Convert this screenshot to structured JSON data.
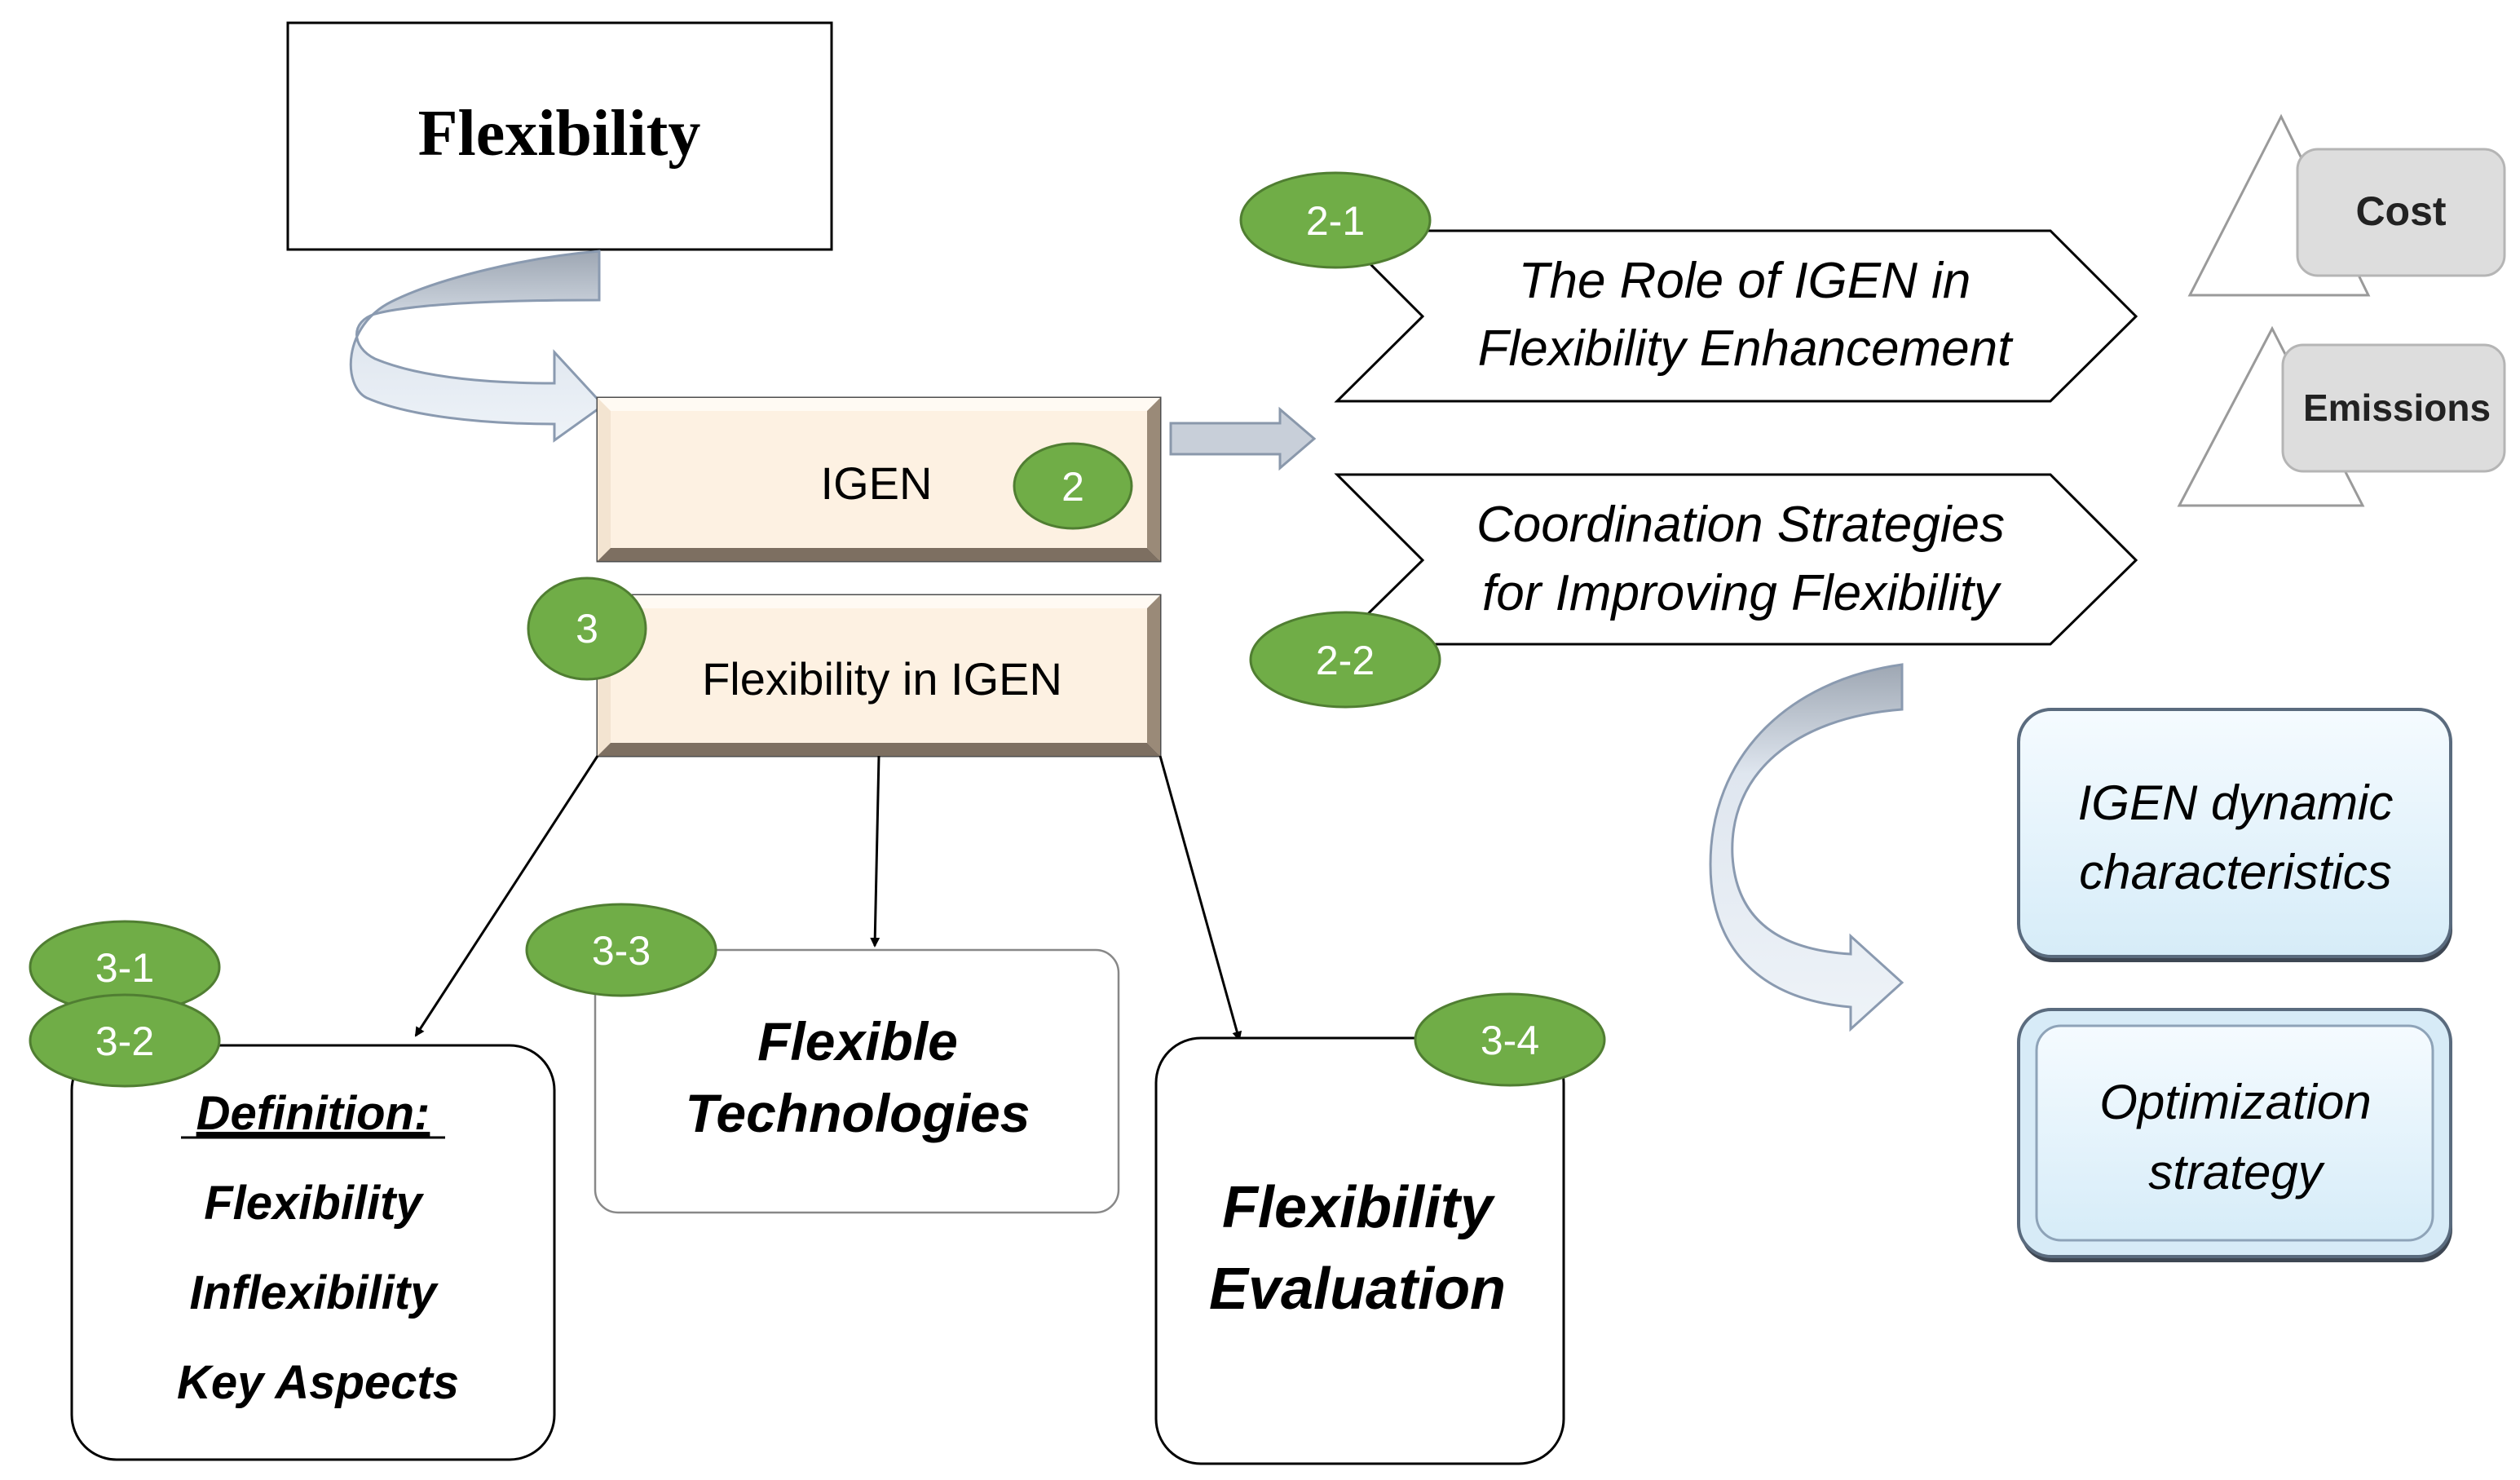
{
  "nodes": {
    "flexibility_title": "Flexibility",
    "igen": "IGEN",
    "flexibility_in_igen": "Flexibility in IGEN",
    "role_line1": "The Role of IGEN in",
    "role_line2": "Flexibility  Enhancement",
    "coord_line1": "Coordination  Strategies",
    "coord_line2": "for Improving Flexibility",
    "cost": "Cost",
    "emissions": "Emissions",
    "dynamic_line1": "IGEN dynamic",
    "dynamic_line2": "characteristics",
    "optimization_line1": "Optimization",
    "optimization_line2": "strategy",
    "definition_heading": "Definition:",
    "definition_item1": "Flexibility",
    "definition_item2": "Inflexibility",
    "definition_item3": "Key Aspects",
    "flexible_tech_line1": "Flexible",
    "flexible_tech_line2": "Technologies",
    "evaluation_line1": "Flexibility",
    "evaluation_line2": "Evaluation"
  },
  "badges": {
    "b2": "2",
    "b2_1": "2-1",
    "b2_2": "2-2",
    "b3": "3",
    "b3_1": "3-1",
    "b3_2": "3-2",
    "b3_3": "3-3",
    "b3_4": "3-4"
  },
  "colors": {
    "badge_green": "#70ad47",
    "beige_fill": "#fdf1e2",
    "blue_fill": "#e5f4fc",
    "arrow_blue": "#dbe5f1",
    "grey_box": "#dddddd"
  }
}
